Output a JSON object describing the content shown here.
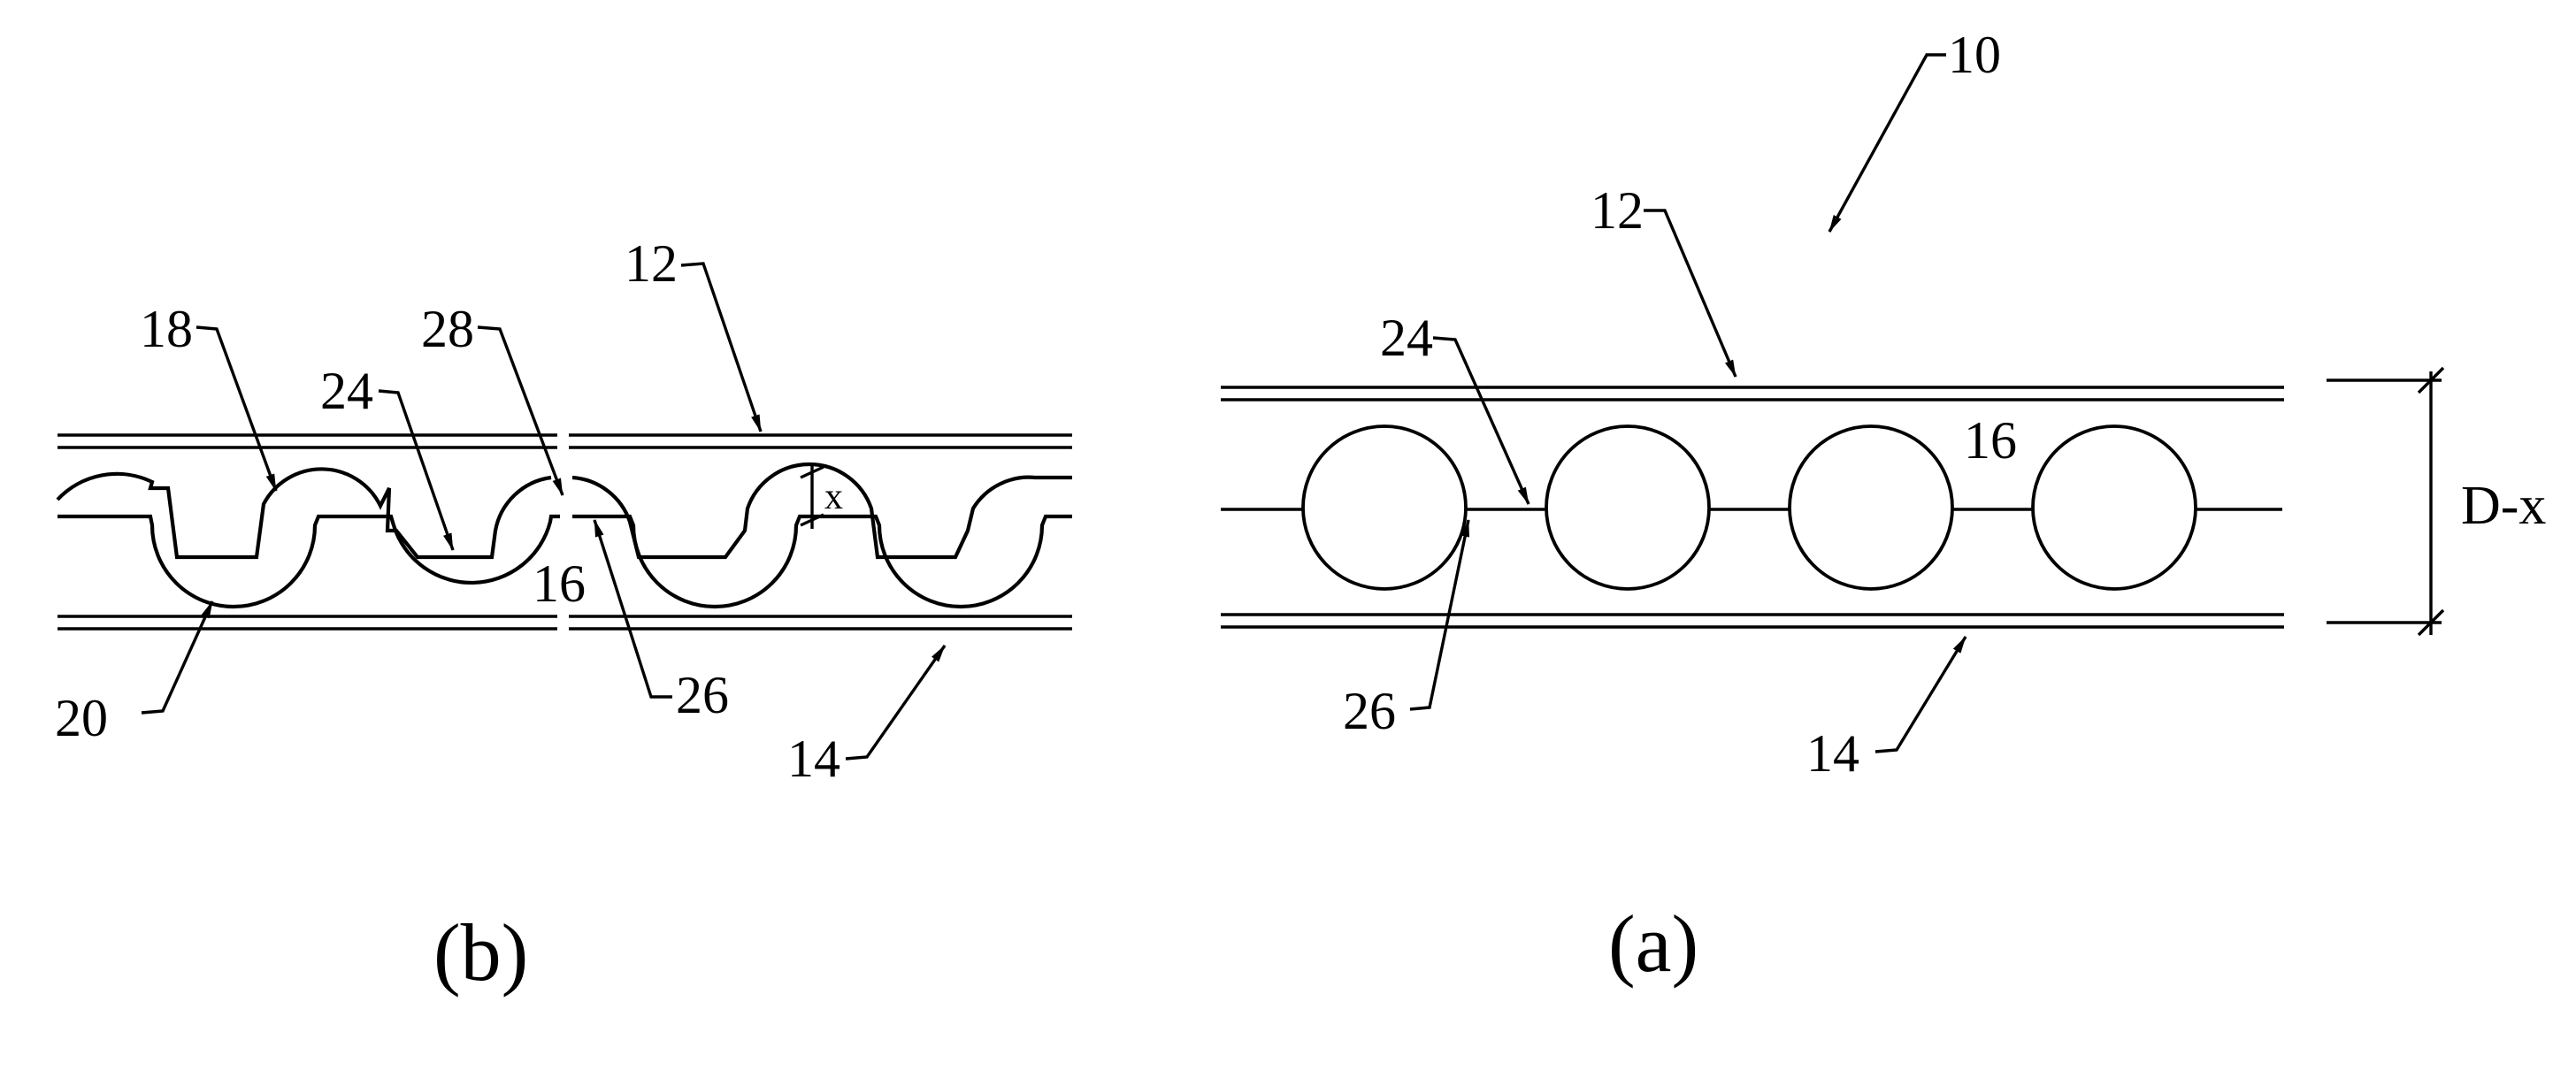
{
  "figure_b": {
    "caption": "(b)",
    "labels": {
      "ref_12": "12",
      "ref_18": "18",
      "ref_28": "28",
      "ref_24": "24",
      "ref_16": "16",
      "ref_x": "x",
      "ref_20": "20",
      "ref_26": "26",
      "ref_14": "14"
    }
  },
  "figure_a": {
    "caption": "(a)",
    "labels": {
      "ref_10": "10",
      "ref_12": "12",
      "ref_24": "24",
      "ref_16": "16",
      "ref_26": "26",
      "ref_14": "14",
      "dimension": "D-x"
    }
  }
}
